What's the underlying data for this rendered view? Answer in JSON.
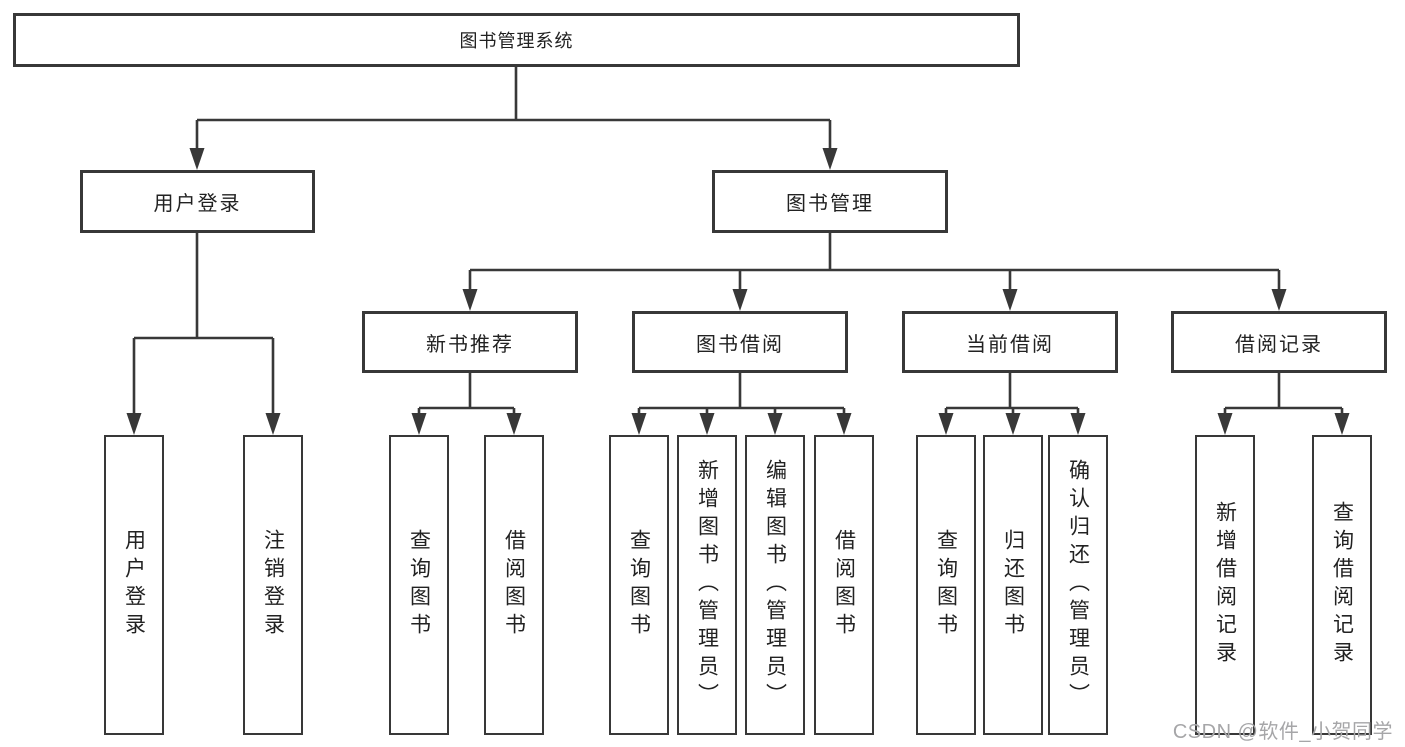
{
  "tree": {
    "root": {
      "label": "图书管理系统"
    },
    "branches": [
      {
        "label": "用户登录",
        "children": [
          {
            "label": "用户登录"
          },
          {
            "label": "注销登录"
          }
        ]
      },
      {
        "label": "图书管理",
        "children": [
          {
            "label": "新书推荐",
            "children": [
              {
                "label": "查询图书"
              },
              {
                "label": "借阅图书"
              }
            ]
          },
          {
            "label": "图书借阅",
            "children": [
              {
                "label": "查询图书"
              },
              {
                "label": "新增图书（管理员）"
              },
              {
                "label": "编辑图书（管理员）"
              },
              {
                "label": "借阅图书"
              }
            ]
          },
          {
            "label": "当前借阅",
            "children": [
              {
                "label": "查询图书"
              },
              {
                "label": "归还图书"
              },
              {
                "label": "确认归还（管理员）"
              }
            ]
          },
          {
            "label": "借阅记录",
            "children": [
              {
                "label": "新增借阅记录"
              },
              {
                "label": "查询借阅记录"
              }
            ]
          }
        ]
      }
    ]
  },
  "watermark": {
    "text": "CSDN @软件_小贺同学"
  },
  "colors": {
    "line": "#383838",
    "text": "#222222",
    "box_fill": "#ffffff",
    "watermark": "#a6a6a8",
    "background": "#ffffff"
  }
}
